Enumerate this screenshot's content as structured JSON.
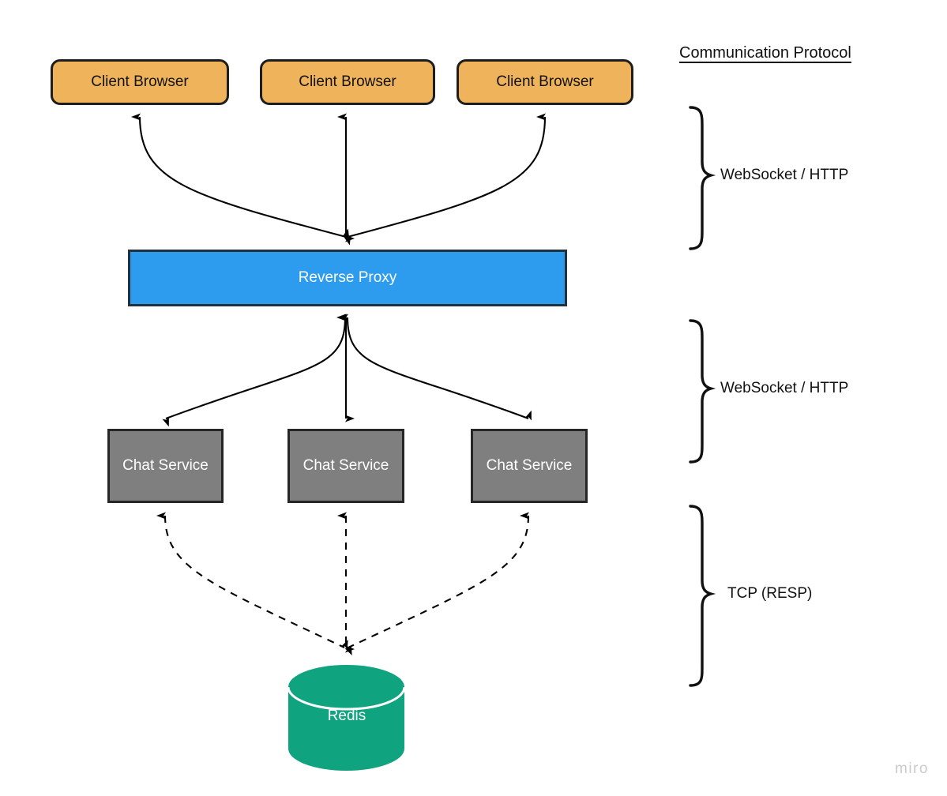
{
  "diagram": {
    "title_text": "Communication Protocol",
    "watermark": "miro",
    "clients": [
      {
        "label": "Client Browser"
      },
      {
        "label": "Client Browser"
      },
      {
        "label": "Client Browser"
      }
    ],
    "proxy": {
      "label": "Reverse Proxy"
    },
    "services": [
      {
        "label": "Chat Service"
      },
      {
        "label": "Chat Service"
      },
      {
        "label": "Chat Service"
      }
    ],
    "datastore": {
      "label": "Redis"
    },
    "legend": {
      "header": "Communication Protocol",
      "entries": [
        {
          "label": "WebSocket / HTTP"
        },
        {
          "label": "WebSocket / HTTP"
        },
        {
          "label": "TCP (RESP)"
        }
      ]
    },
    "colors": {
      "client_fill": "#EFB35C",
      "client_stroke": "#1E1E1E",
      "proxy_fill": "#2D9CEE",
      "proxy_stroke": "#22303A",
      "service_fill": "#7F7F7F",
      "service_stroke": "#262626",
      "redis_fill": "#0FA37F",
      "edge_stroke": "#000000",
      "watermark": "#C9CBD2",
      "background": "#FFFFFF"
    },
    "edges": [
      {
        "from": "client-browser-1",
        "to": "reverse-proxy",
        "style": "solid",
        "bidirectional": true,
        "protocol": "WebSocket / HTTP"
      },
      {
        "from": "client-browser-2",
        "to": "reverse-proxy",
        "style": "solid",
        "bidirectional": true,
        "protocol": "WebSocket / HTTP"
      },
      {
        "from": "client-browser-3",
        "to": "reverse-proxy",
        "style": "solid",
        "bidirectional": true,
        "protocol": "WebSocket / HTTP"
      },
      {
        "from": "reverse-proxy",
        "to": "chat-service-1",
        "style": "solid",
        "bidirectional": true,
        "protocol": "WebSocket / HTTP"
      },
      {
        "from": "reverse-proxy",
        "to": "chat-service-2",
        "style": "solid",
        "bidirectional": true,
        "protocol": "WebSocket / HTTP"
      },
      {
        "from": "reverse-proxy",
        "to": "chat-service-3",
        "style": "solid",
        "bidirectional": true,
        "protocol": "WebSocket / HTTP"
      },
      {
        "from": "chat-service-1",
        "to": "redis",
        "style": "dashed",
        "bidirectional": true,
        "protocol": "TCP (RESP)"
      },
      {
        "from": "chat-service-2",
        "to": "redis",
        "style": "dashed",
        "bidirectional": true,
        "protocol": "TCP (RESP)"
      },
      {
        "from": "chat-service-3",
        "to": "redis",
        "style": "dashed",
        "bidirectional": true,
        "protocol": "TCP (RESP)"
      }
    ]
  }
}
